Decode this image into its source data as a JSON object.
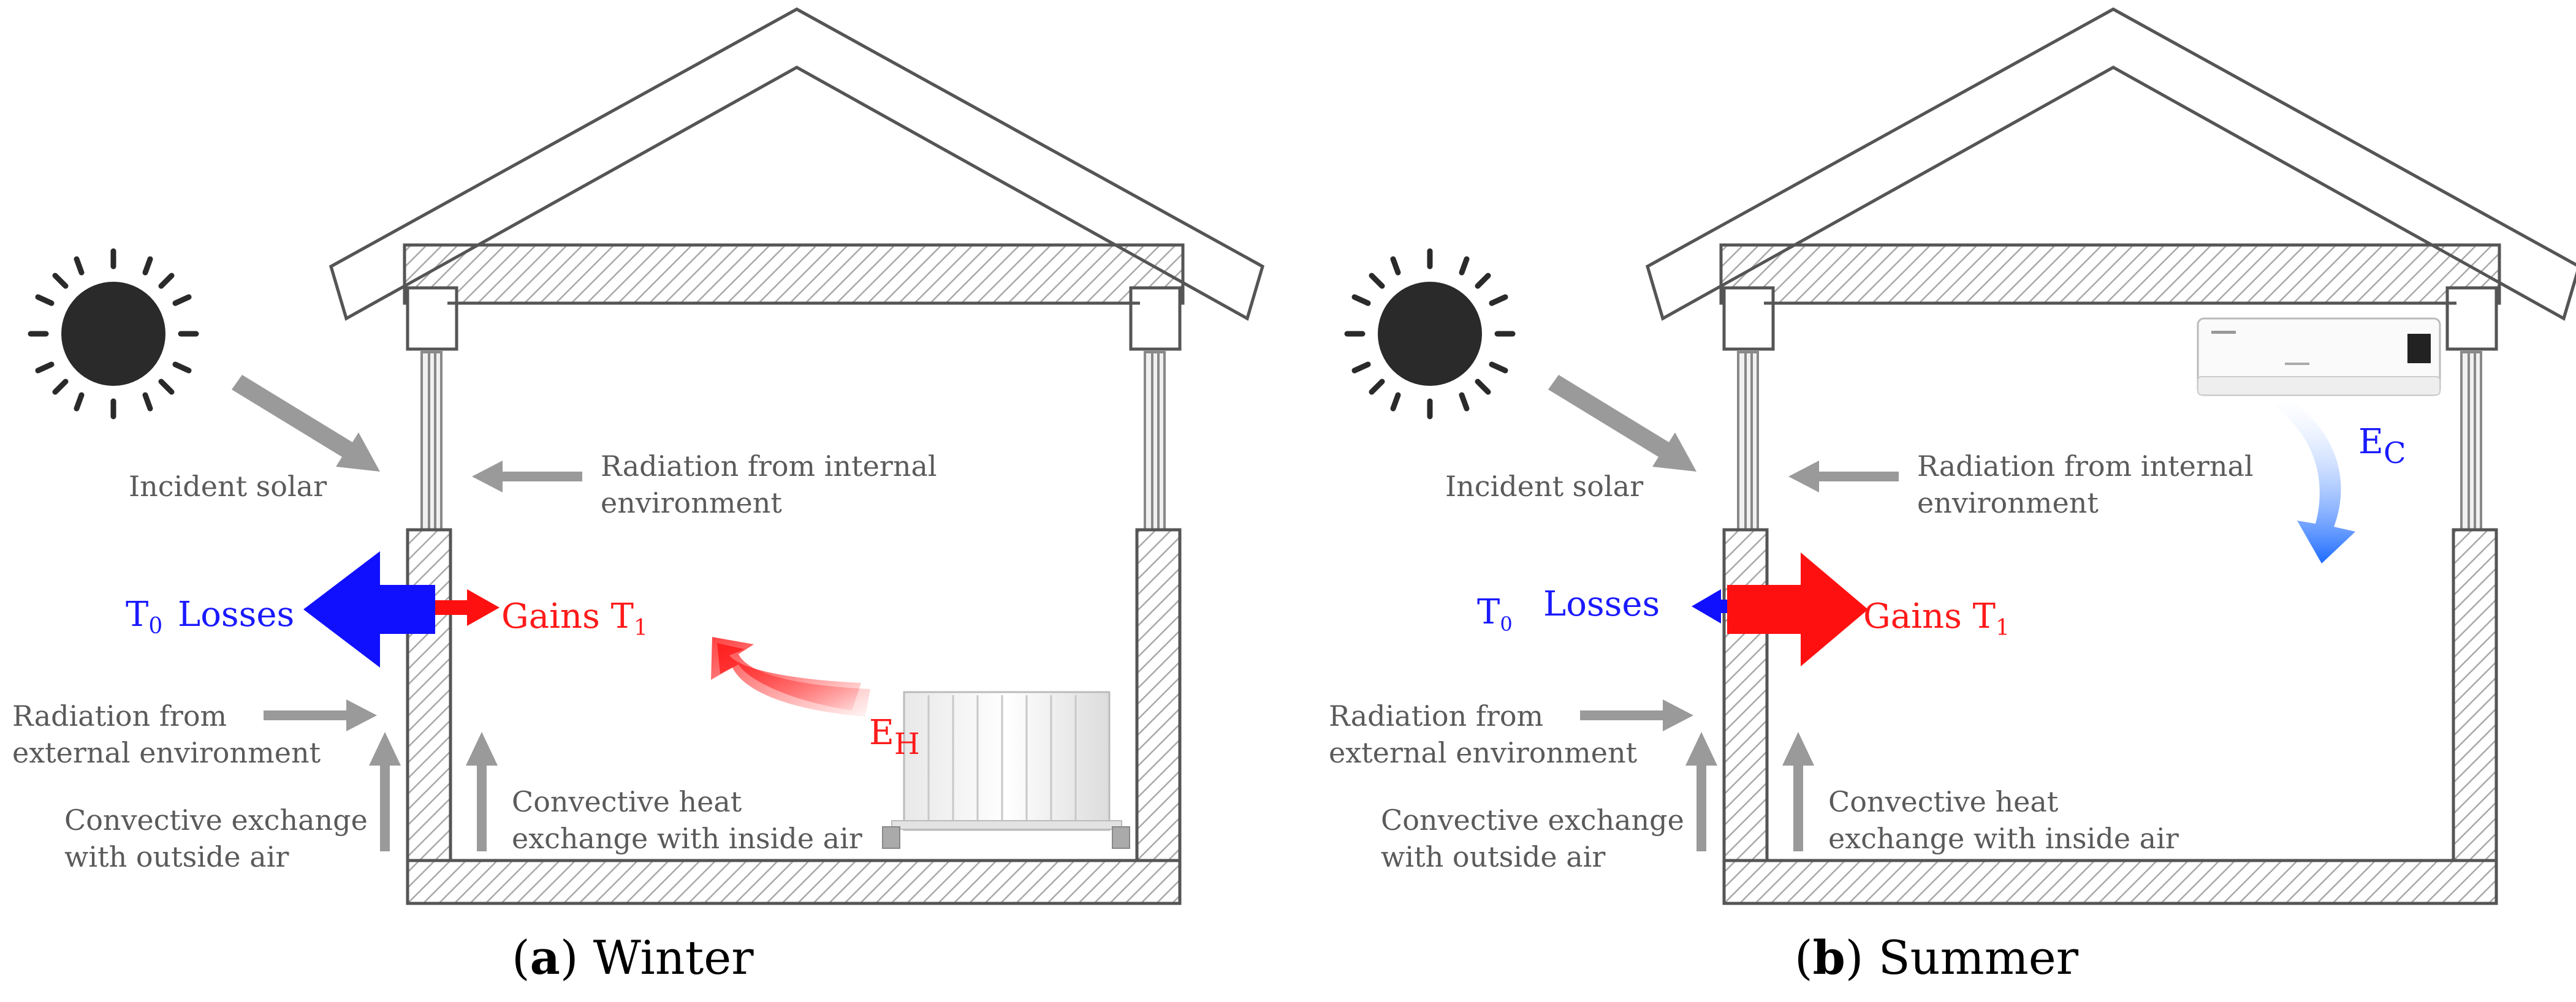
{
  "panels": [
    {
      "caption_letter": "a",
      "caption_text": "Winter",
      "incident_solar": "Incident solar",
      "radiation_internal_line1": "Radiation from internal",
      "radiation_internal_line2": "environment",
      "t0": "T",
      "t0_sub": "0",
      "losses": "Losses",
      "gains": "Gains T",
      "gains_sub": "1",
      "radiation_external_line1": "Radiation from",
      "radiation_external_line2": "external environment",
      "convective_outside_line1": "Convective exchange",
      "convective_outside_line2": "with outside air",
      "convective_inside_line1": "Convective heat",
      "convective_inside_line2": "exchange with inside air",
      "energy_symbol": "E",
      "energy_sub": "H",
      "device": "radiator"
    },
    {
      "caption_letter": "b",
      "caption_text": "Summer",
      "incident_solar": "Incident solar",
      "radiation_internal_line1": "Radiation from internal",
      "radiation_internal_line2": "environment",
      "t0": "T",
      "t0_sub": "0",
      "losses": "Losses",
      "gains": "Gains T",
      "gains_sub": "1",
      "radiation_external_line1": "Radiation from",
      "radiation_external_line2": "external environment",
      "convective_outside_line1": "Convective exchange",
      "convective_outside_line2": "with outside air",
      "convective_inside_line1": "Convective heat",
      "convective_inside_line2": "exchange with inside air",
      "energy_symbol": "E",
      "energy_sub": "C",
      "device": "air-conditioner"
    }
  ],
  "colors": {
    "losses_blue": "#1010ff",
    "gains_red": "#ff1010",
    "arrow_gray": "#9a9a9a",
    "sun": "#2a2a2a"
  }
}
